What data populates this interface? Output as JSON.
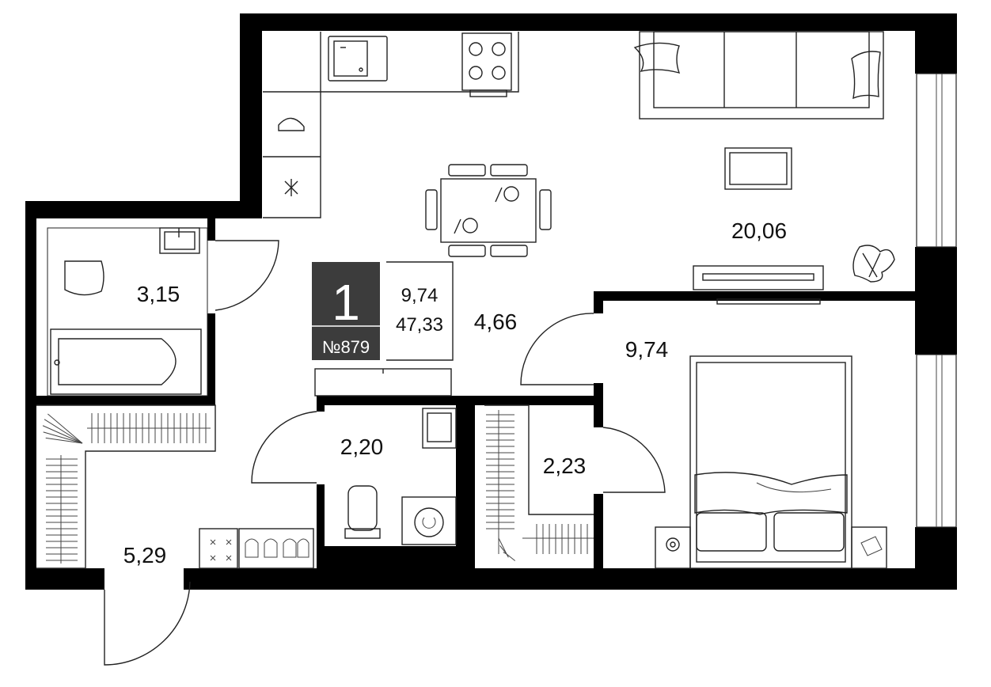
{
  "apartment": {
    "rooms": "1",
    "number": "№879",
    "living_area": "9,74",
    "total_area": "47,33"
  },
  "areas": {
    "living_kitchen": "20,06",
    "bathroom": "3,15",
    "hallway": "4,66",
    "bedroom": "9,74",
    "toilet_laundry": "2,20",
    "wardrobe": "2,23",
    "entrance": "5,29"
  },
  "colors": {
    "wall": "#000000",
    "badge": "#3c3c3c",
    "furniture_stroke": "#222222"
  }
}
